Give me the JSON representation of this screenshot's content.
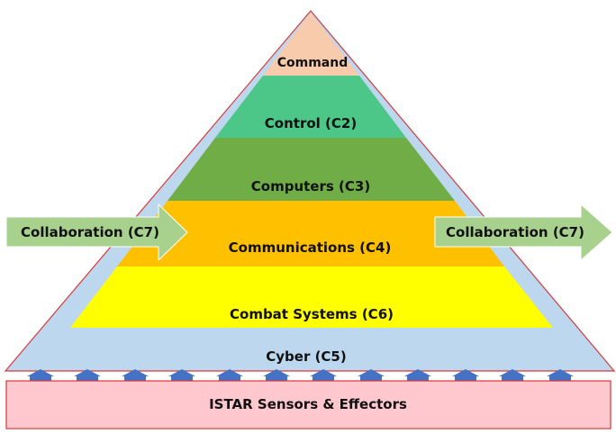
{
  "diagram": {
    "layers": [
      {
        "id": "command",
        "label": "Command",
        "color": "#F7CBAC"
      },
      {
        "id": "control",
        "label": "Control (C2)",
        "color": "#4CC788"
      },
      {
        "id": "computers",
        "label": "Computers (C3)",
        "color": "#70AD47"
      },
      {
        "id": "communications",
        "label": "Communications (C4)",
        "color": "#FFC000"
      },
      {
        "id": "combat-systems",
        "label": "Combat Systems (C6)",
        "color": "#FFFF00"
      },
      {
        "id": "cyber",
        "label": "Cyber (C5)",
        "color": "#BDD7EE"
      }
    ],
    "pyramid_outline_color": "#D63A3A",
    "collaboration_left": {
      "label": "Collaboration (C7)",
      "color": "#A9D18E"
    },
    "collaboration_right": {
      "label": "Collaboration (C7)",
      "color": "#A9D18E"
    },
    "base": {
      "label": "ISTAR Sensors & Effectors",
      "color": "#FFC7CE"
    },
    "up_arrow_color": "#4472C4"
  }
}
